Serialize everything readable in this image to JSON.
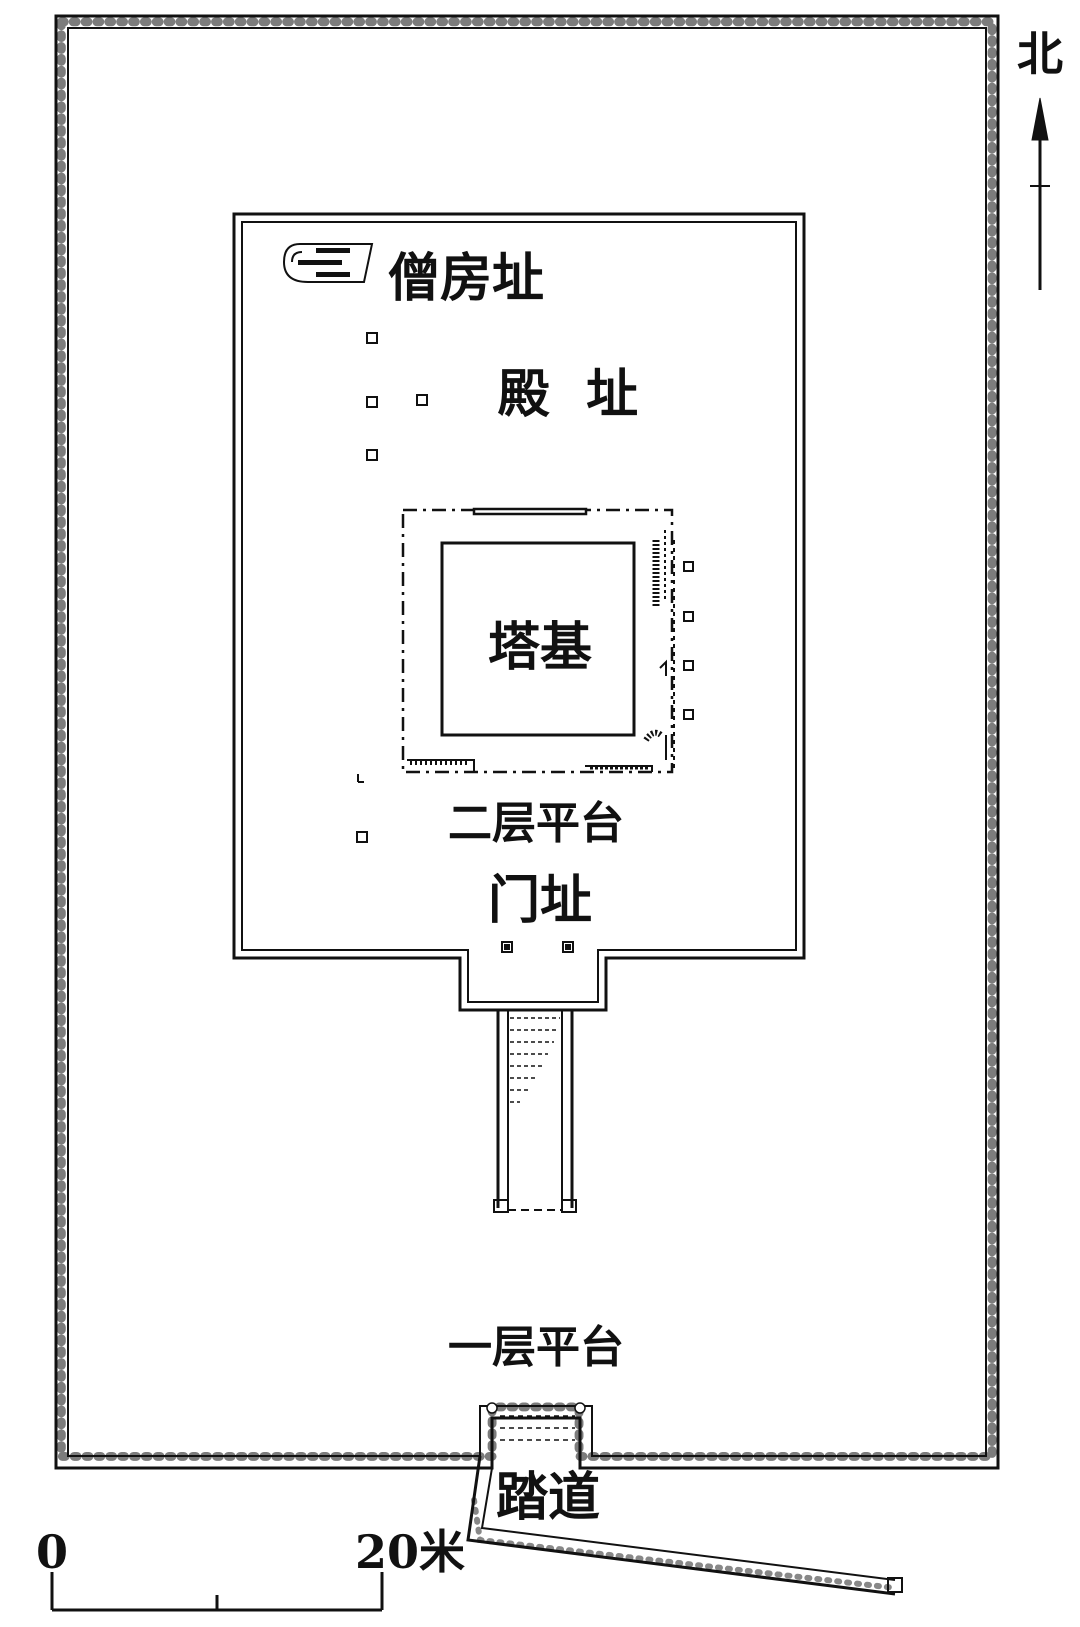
{
  "labels": {
    "north": "北",
    "monk_quarters": "僧房址",
    "hall": "殿  址",
    "pagoda_base": "塔基",
    "platform_two": "二层平台",
    "gate": "门址",
    "platform_one": "一层平台",
    "ramp": "踏道"
  },
  "scale": {
    "start": "0",
    "end": "20米"
  },
  "colors": {
    "ink": "#111111",
    "paper": "#ffffff"
  }
}
